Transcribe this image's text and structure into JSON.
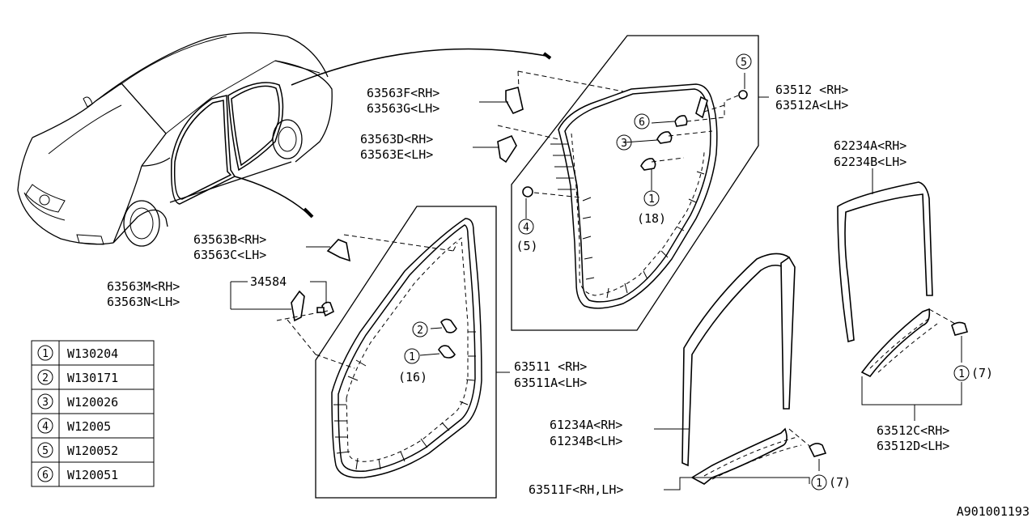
{
  "diagram_code": "A901001193",
  "part_labels": {
    "p63563F": "63563F<RH>",
    "p63563G": "63563G<LH>",
    "p63563D": "63563D<RH>",
    "p63563E": "63563E<LH>",
    "p63563B": "63563B<RH>",
    "p63563C": "63563C<LH>",
    "p63563M": "63563M<RH>",
    "p63563N": "63563N<LH>",
    "p34584": "34584",
    "p63512": "63512 <RH>",
    "p63512A": "63512A<LH>",
    "p62234A": "62234A<RH>",
    "p62234B": "62234B<LH>",
    "p63511": "63511 <RH>",
    "p63511A": "63511A<LH>",
    "p61234A": "61234A<RH>",
    "p61234B": "61234B<LH>",
    "p63512C": "63512C<RH>",
    "p63512D": "63512D<LH>",
    "p63511F": "63511F<RH,LH>"
  },
  "callouts": {
    "c5_top": "5",
    "c6": "6",
    "c3": "3",
    "c1_rear": "1",
    "qty_rear": "(18)",
    "c4": "4",
    "qty_c4": "(5)",
    "c2": "2",
    "c1_front": "1",
    "qty_front": "(16)",
    "c1_right": "1",
    "qty_right": "(7)",
    "c1_bottom": "1",
    "qty_bottom": "(7)"
  },
  "legend": [
    {
      "num": "1",
      "code": "W130204"
    },
    {
      "num": "2",
      "code": "W130171"
    },
    {
      "num": "3",
      "code": "W120026"
    },
    {
      "num": "4",
      "code": "W12005"
    },
    {
      "num": "5",
      "code": "W120052"
    },
    {
      "num": "6",
      "code": "W120051"
    }
  ]
}
